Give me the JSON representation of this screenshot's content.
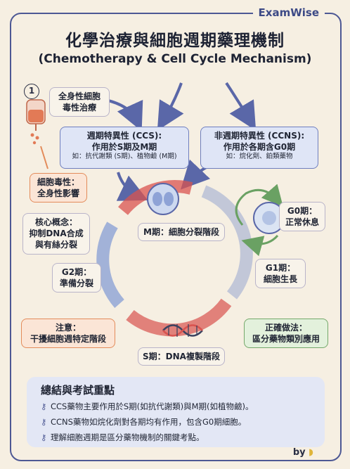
{
  "brand": "ExamWise",
  "title_zh": "化學治療與細胞週期藥理機制",
  "title_en": "(Chemotherapy & Cell Cycle Mechanism)",
  "step_number": "1",
  "systemic": {
    "line1": "全身性細胞",
    "line2": "毒性治療"
  },
  "ccs": {
    "line1": "週期特異性 (CCS):",
    "line2": "作用於S期及M期",
    "example": "如：抗代謝類 (S期)、植物鹼 (M期)"
  },
  "ccns": {
    "line1": "非週期特異性 (CCNS):",
    "line2": "作用於各期含G0期",
    "example": "如：烷化劑、鉑類藥物"
  },
  "toxicity": {
    "line1": "細胞毒性：",
    "line2": "全身性影響"
  },
  "core": {
    "line1": "核心概念：",
    "line2": "抑制DNA合成",
    "line3": "與有絲分裂"
  },
  "g2": {
    "line1": "G2期：",
    "line2": "準備分裂"
  },
  "caution": {
    "line1": "注意：",
    "line2": "干擾細胞週特定階段"
  },
  "m_phase": "M期：細胞分裂階段",
  "s_phase": "S期：DNA複製階段",
  "g0": {
    "line1": "G0期：",
    "line2": "正常休息"
  },
  "g1": {
    "line1": "G1期：",
    "line2": "細胞生長"
  },
  "correct": {
    "line1": "正確做法：",
    "line2": "區分藥物類別應用"
  },
  "summary": {
    "title": "總結與考試重點",
    "points": [
      "CCS藥物主要作用於S期(如抗代謝類)與M期(如植物鹼)。",
      "CCNS藥物如烷化劑對各期均有作用，包含G0期細胞。",
      "理解細胞週期是區分藥物機制的關鍵考點。"
    ]
  },
  "signature": "by",
  "colors": {
    "blue": "#6f7fbf",
    "orange": "#e38b5a",
    "green": "#74a86a",
    "red": "#d9534f",
    "navy": "#4d5894"
  }
}
